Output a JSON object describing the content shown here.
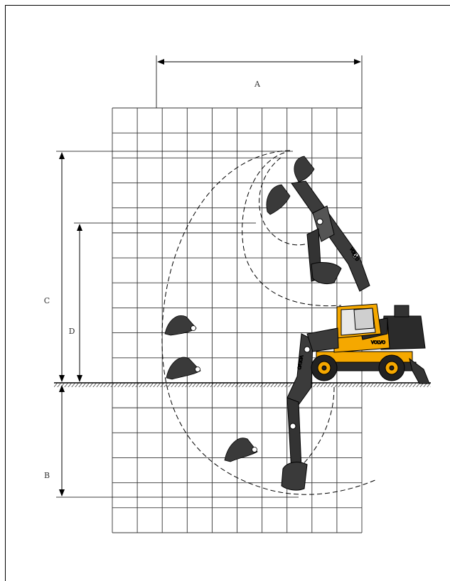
{
  "diagram": {
    "labels": {
      "a": "A",
      "b": "B",
      "c": "C",
      "d": "D"
    },
    "machine": {
      "brand_text": "VOLVO",
      "body_color": "#f5a800",
      "dark_color": "#2b2b2b"
    },
    "colors": {
      "line": "#000000",
      "grid": "#333333"
    }
  }
}
